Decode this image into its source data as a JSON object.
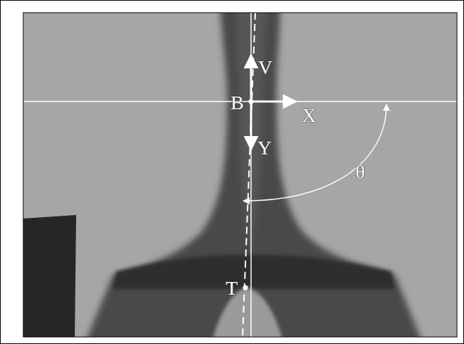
{
  "diagram": {
    "labels": [
      "V",
      "B",
      "X",
      "Y",
      "θ",
      "T"
    ]
  }
}
